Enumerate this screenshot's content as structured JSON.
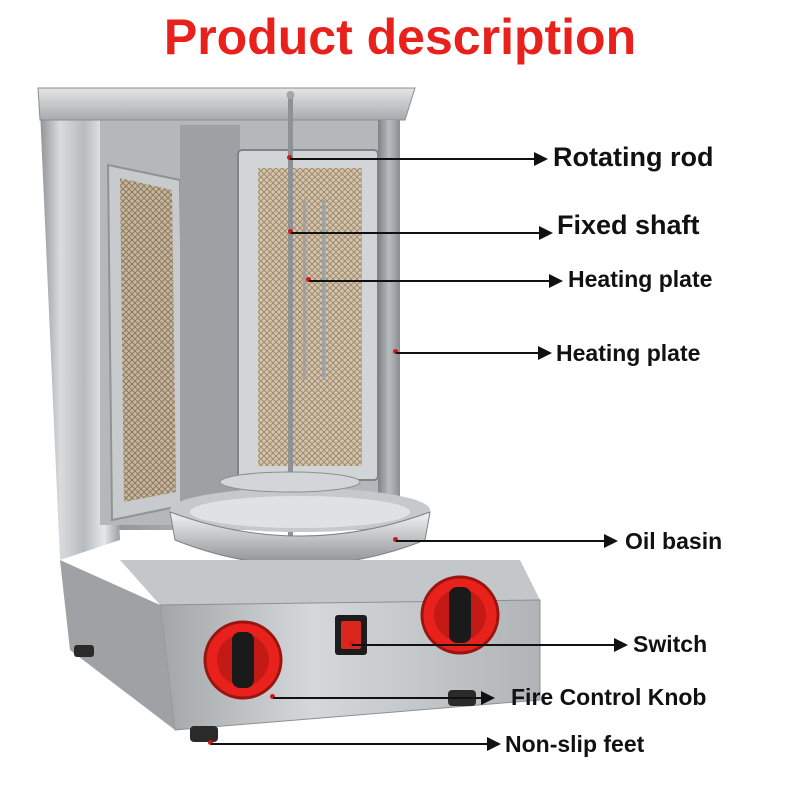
{
  "title": "Product description",
  "colors": {
    "title": "#e8211c",
    "knob_ring": "#e8211c",
    "switch": "#d9261f"
  },
  "callouts": [
    {
      "label": "Rotating rod"
    },
    {
      "label": "Fixed shaft"
    },
    {
      "label": "Heating plate"
    },
    {
      "label": "Heating plate"
    },
    {
      "label": "Oil basin"
    },
    {
      "label": "Switch"
    },
    {
      "label": "Fire Control Knob"
    },
    {
      "label": "Non-slip feet"
    }
  ]
}
